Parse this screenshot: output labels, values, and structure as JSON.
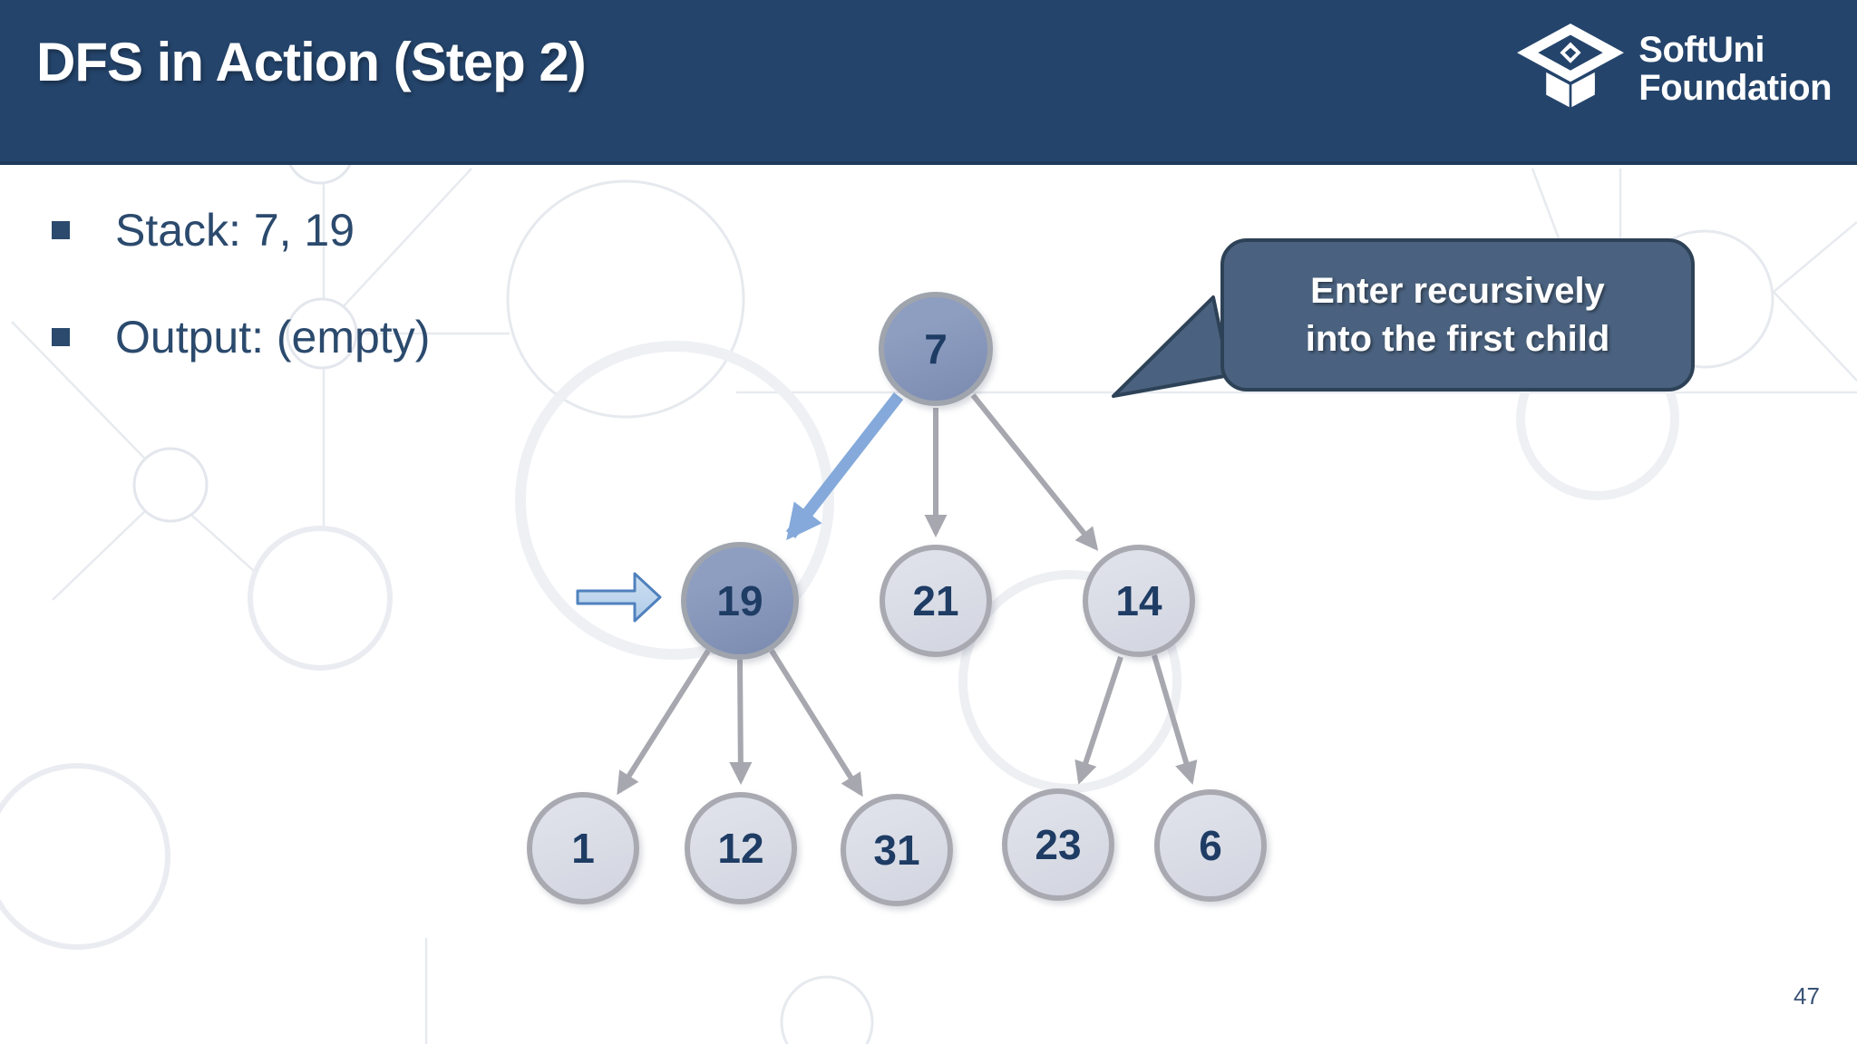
{
  "header": {
    "title": "DFS in Action (Step 2)",
    "logo": {
      "line1": "SoftUni",
      "line2": "Foundation"
    }
  },
  "bullets": [
    {
      "label": "Stack: 7, 19"
    },
    {
      "label": "Output: (empty)"
    }
  ],
  "callout": {
    "line1": "Enter recursively",
    "line2": "into the first child"
  },
  "tree": {
    "nodes": [
      {
        "id": "7",
        "value": "7",
        "state": "active"
      },
      {
        "id": "19",
        "value": "19",
        "state": "active"
      },
      {
        "id": "21",
        "value": "21",
        "state": "default"
      },
      {
        "id": "14",
        "value": "14",
        "state": "default"
      },
      {
        "id": "1",
        "value": "1",
        "state": "default"
      },
      {
        "id": "12",
        "value": "12",
        "state": "default"
      },
      {
        "id": "31",
        "value": "31",
        "state": "default"
      },
      {
        "id": "23",
        "value": "23",
        "state": "default"
      },
      {
        "id": "6",
        "value": "6",
        "state": "default"
      }
    ],
    "edges": [
      {
        "from": "7",
        "to": "19",
        "highlighted": true
      },
      {
        "from": "7",
        "to": "21",
        "highlighted": false
      },
      {
        "from": "7",
        "to": "14",
        "highlighted": false
      },
      {
        "from": "19",
        "to": "1",
        "highlighted": false
      },
      {
        "from": "19",
        "to": "12",
        "highlighted": false
      },
      {
        "from": "19",
        "to": "31",
        "highlighted": false
      },
      {
        "from": "14",
        "to": "23",
        "highlighted": false
      },
      {
        "from": "14",
        "to": "6",
        "highlighted": false
      }
    ]
  },
  "page_number": "47",
  "colors": {
    "header_bg": "#24446b",
    "bullet_text": "#2b4a6d",
    "node_default_fill": "#d8dbe4",
    "node_active_fill": "#8494b8",
    "node_border": "#a9a9b1",
    "node_text": "#1e3c64",
    "edge_gray": "#a7a7af",
    "edge_highlight_blue": "#84a9da",
    "pointer_arrow_fill": "#c6daf0",
    "pointer_arrow_border": "#4f81bd",
    "callout_bg": "#4a627f",
    "callout_border": "#2e4257"
  }
}
